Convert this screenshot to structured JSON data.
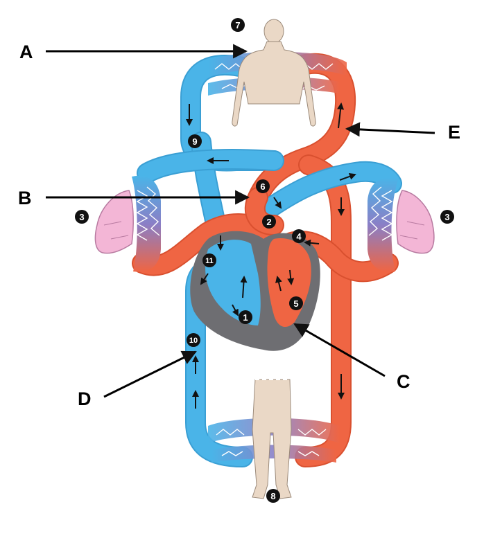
{
  "labels": {
    "A": "A",
    "B": "B",
    "C": "C",
    "D": "D",
    "E": "E"
  },
  "numbers": {
    "n1": "1",
    "n2": "2",
    "n3_left": "3",
    "n3_right": "3",
    "n4": "4",
    "n5": "5",
    "n6": "6",
    "n7": "7",
    "n8": "8",
    "n9": "9",
    "n10": "10",
    "n11": "11"
  },
  "colors": {
    "deoxygenated": "#4ab4e8",
    "oxygenated": "#ef6543",
    "capillary": "#8a7fc6",
    "heart_body": "#6e6e72",
    "lung": "#f3b6d6",
    "skin": "#ead8c6"
  }
}
